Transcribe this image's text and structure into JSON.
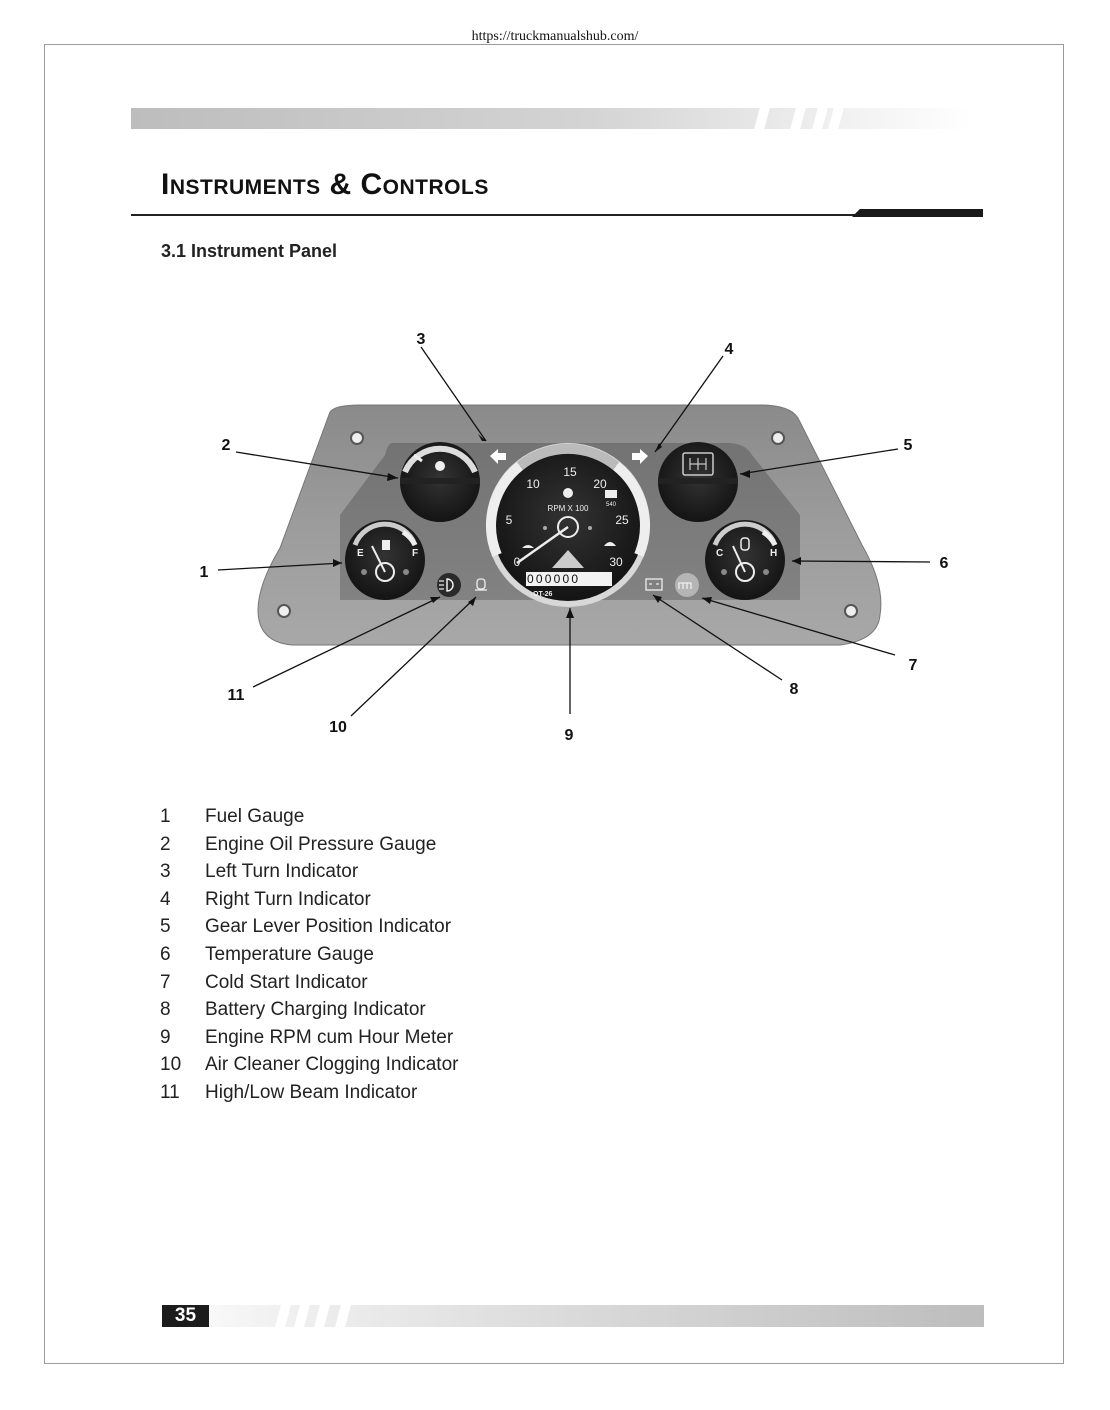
{
  "header_url": "https://truckmanualshub.com/",
  "page": {
    "title": "Instruments & Controls",
    "section": "3.1 Instrument Panel",
    "page_number": "35"
  },
  "callouts": [
    "1",
    "2",
    "3",
    "4",
    "5",
    "6",
    "7",
    "8",
    "9",
    "10",
    "11"
  ],
  "gauge_text": {
    "rpm_ticks": [
      "0",
      "5",
      "10",
      "15",
      "20",
      "25",
      "30"
    ],
    "rpm_label": "RPM X 100",
    "pto_label": "540",
    "hour_meter": "000000",
    "model": "OT-26",
    "fuel_empty": "E",
    "fuel_full": "F",
    "temp_cold": "C",
    "temp_hot": "H"
  },
  "legend": [
    {
      "num": "1",
      "label": "Fuel Gauge"
    },
    {
      "num": "2",
      "label": "Engine Oil Pressure Gauge"
    },
    {
      "num": "3",
      "label": "Left Turn Indicator"
    },
    {
      "num": "4",
      "label": "Right Turn Indicator"
    },
    {
      "num": "5",
      "label": "Gear Lever Position Indicator"
    },
    {
      "num": "6",
      "label": "Temperature Gauge"
    },
    {
      "num": "7",
      "label": "Cold Start Indicator"
    },
    {
      "num": "8",
      "label": "Battery Charging Indicator"
    },
    {
      "num": "9",
      "label": "Engine RPM cum Hour Meter"
    },
    {
      "num": "10",
      "label": "Air Cleaner Clogging Indicator"
    },
    {
      "num": "11",
      "label": "High/Low Beam Indicator"
    }
  ]
}
